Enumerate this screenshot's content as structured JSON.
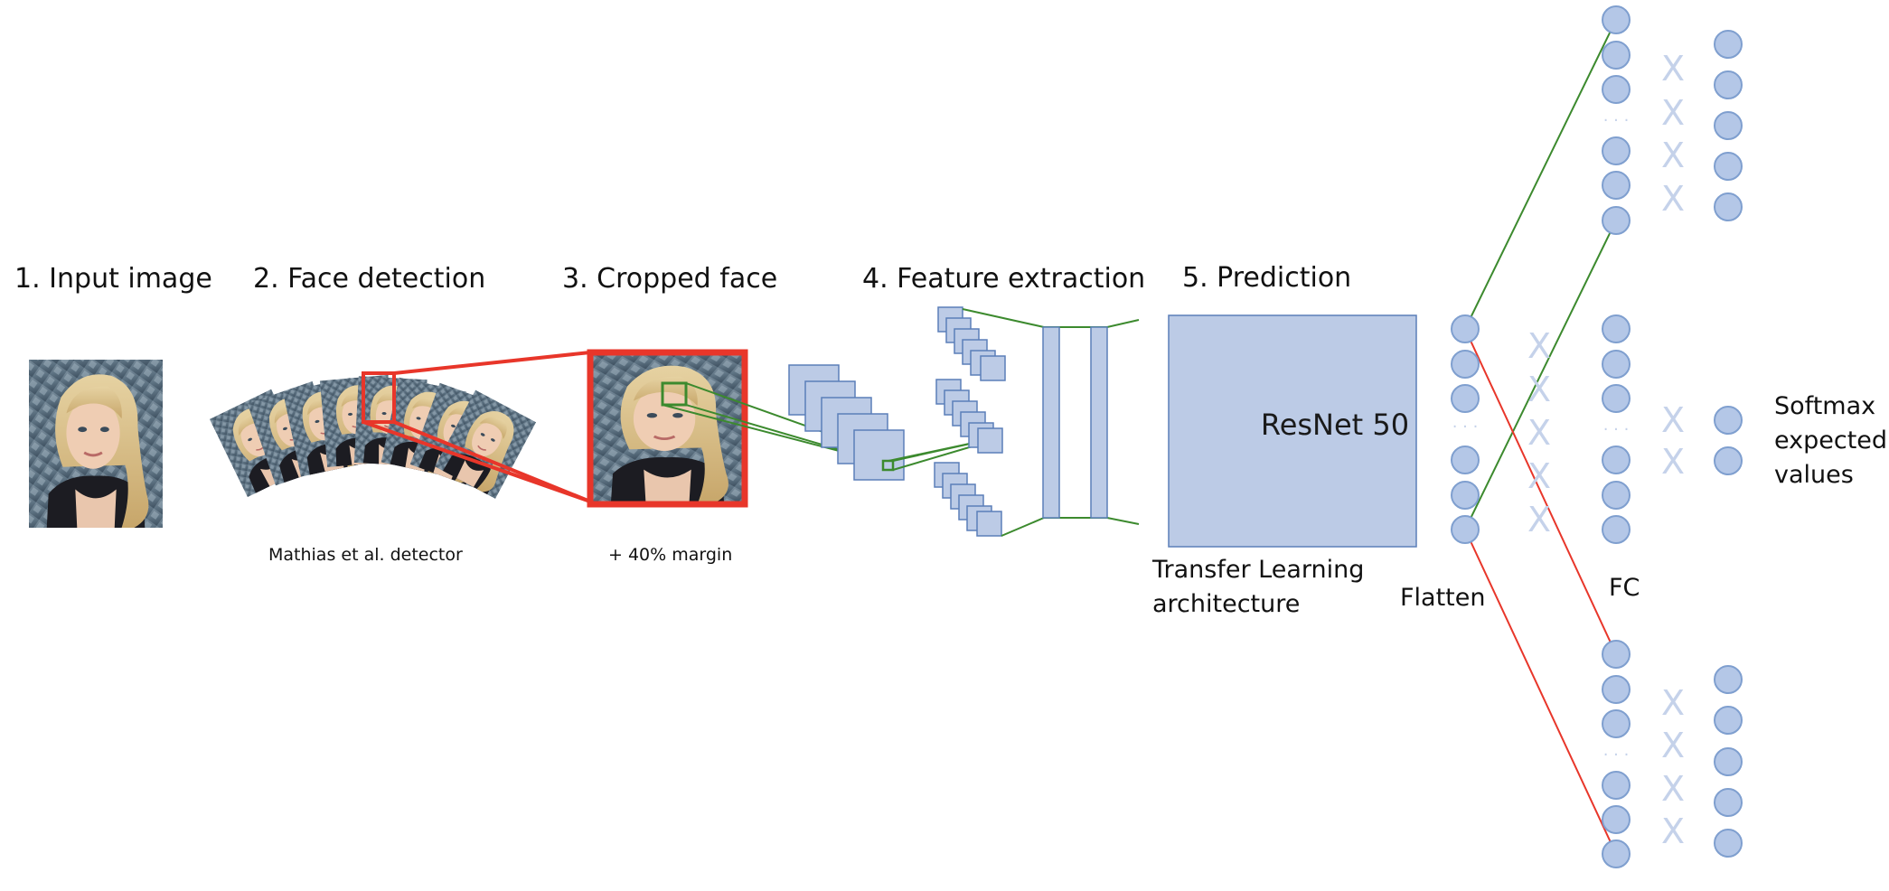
{
  "steps": {
    "input_image": "1. Input image",
    "face_detection": "2. Face detection",
    "cropped_face": "3. Cropped face",
    "feature_extraction": "4. Feature extraction",
    "prediction": "5. Prediction"
  },
  "captions": {
    "detector": "Mathias et al. detector",
    "margin": "+ 40% margin",
    "transfer_line1": "Transfer Learning",
    "transfer_line2": "architecture",
    "flatten": "Flatten",
    "fc": "FC",
    "softmax_line1": "Softmax",
    "softmax_line2": "expected",
    "softmax_line3": "values"
  },
  "model": {
    "name": "ResNet 50"
  },
  "glyphs": {
    "dots": "· · ·",
    "cross": "X"
  },
  "colors": {
    "node_fill": "#b4c7e7",
    "node_stroke": "#7f9fcf",
    "box_fill": "#bccbe6",
    "box_stroke": "#5b7fb9",
    "red": "#e8362a",
    "green": "#3c8a2e",
    "cross": "#c5d2ea"
  }
}
